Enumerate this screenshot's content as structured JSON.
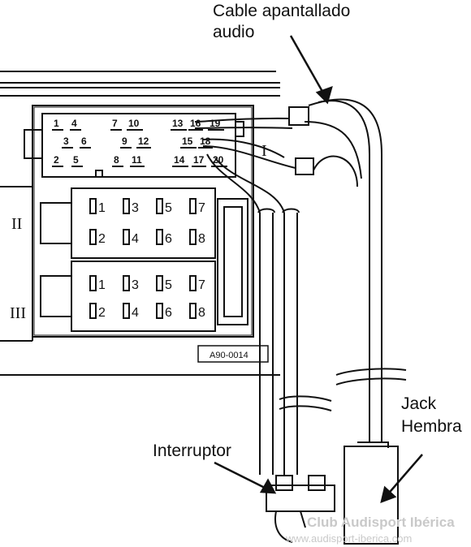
{
  "labels": {
    "cable_line1": "Cable apantallado",
    "cable_line2": "audio",
    "jack_line1": "Jack",
    "jack_line2": "Hembra",
    "switch": "Interruptor",
    "ref_code": "A90-0014",
    "group2": "II",
    "group3": "III",
    "group1": "I"
  },
  "watermark": {
    "line1": "Club Audisport Ibérica",
    "line2": "www.audisport-iberica.com"
  },
  "connector": {
    "top_row": [
      "1",
      "4",
      "7",
      "10",
      "13",
      "16",
      "19"
    ],
    "row2": [
      "3",
      "6",
      "9",
      "12",
      "15",
      "18"
    ],
    "row3": [
      "2",
      "5",
      "8",
      "11",
      "14",
      "17",
      "20"
    ],
    "block2": [
      "1",
      "3",
      "5",
      "7",
      "2",
      "4",
      "6",
      "8"
    ],
    "block3": [
      "1",
      "3",
      "5",
      "7",
      "2",
      "4",
      "6",
      "8"
    ]
  }
}
